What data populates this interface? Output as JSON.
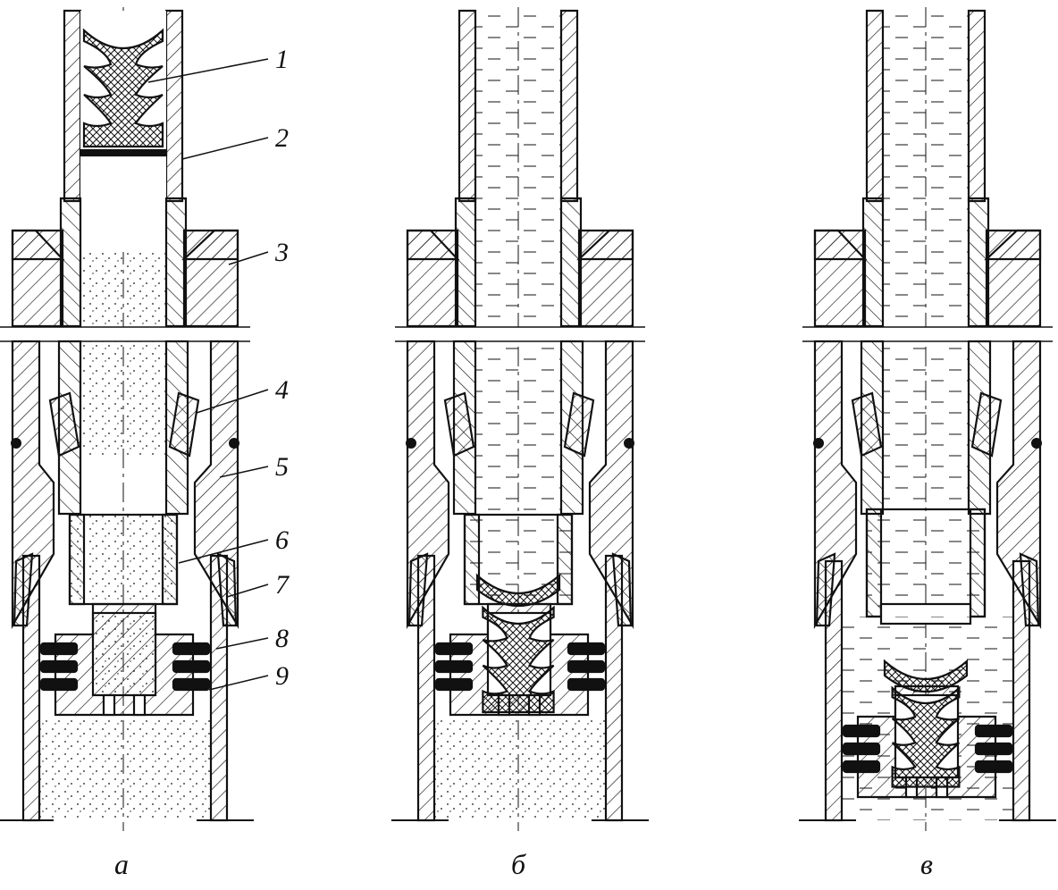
{
  "figure": {
    "callouts": [
      "1",
      "2",
      "3",
      "4",
      "5",
      "6",
      "7",
      "8",
      "9"
    ],
    "captions": [
      "а",
      "б",
      "в"
    ]
  },
  "colors": {
    "ink": "#111111",
    "paper": "#ffffff"
  },
  "fills": {
    "cement": "dotted sand",
    "fluid": "dashed liquid",
    "plug": "cross-hatched rubber",
    "steel": "diagonal hatch",
    "seal": "black rubber rings"
  }
}
